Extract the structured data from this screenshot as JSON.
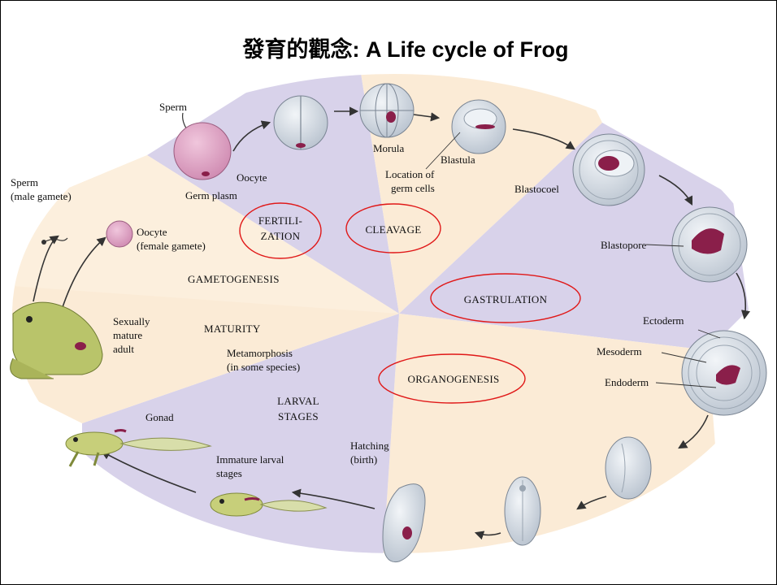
{
  "title": "發育的觀念: A Life cycle of Frog",
  "stages": {
    "fertilization_1": "FERTILI-",
    "fertilization_2": "ZATION",
    "cleavage": "CLEAVAGE",
    "gastrulation": "GASTRULATION",
    "organogenesis": "ORGANOGENESIS",
    "gametogenesis": "GAMETOGENESIS",
    "maturity": "MATURITY",
    "larval_1": "LARVAL",
    "larval_2": "STAGES"
  },
  "labels": {
    "sperm_top": "Sperm",
    "oocyte_top": "Oocyte",
    "germ_plasm": "Germ plasm",
    "sperm_left_1": "Sperm",
    "sperm_left_2": "(male gamete)",
    "oocyte_left_1": "Oocyte",
    "oocyte_left_2": "(female gamete)",
    "morula": "Morula",
    "blastula": "Blastula",
    "germ_cells_1": "Location of",
    "germ_cells_2": "germ cells",
    "blastocoel": "Blastocoel",
    "blastopore": "Blastopore",
    "ectoderm": "Ectoderm",
    "mesoderm": "Mesoderm",
    "endoderm": "Endoderm",
    "adult_1": "Sexually",
    "adult_2": "mature",
    "adult_3": "adult",
    "metamorphosis_1": "Metamorphosis",
    "metamorphosis_2": "(in some species)",
    "gonad": "Gonad",
    "immature_1": "Immature larval",
    "immature_2": "stages",
    "hatching_1": "Hatching",
    "hatching_2": "(birth)"
  },
  "colors": {
    "purple_sector": "#d8d2ea",
    "peach_sector": "#fbebd6",
    "highlight_ellipse": "#e01818",
    "embryo_fill": "#dde3ea",
    "germ_cell": "#8a1f4a",
    "oocyte_pink": "#e2a6c8",
    "frog_green": "#b9c46a"
  }
}
